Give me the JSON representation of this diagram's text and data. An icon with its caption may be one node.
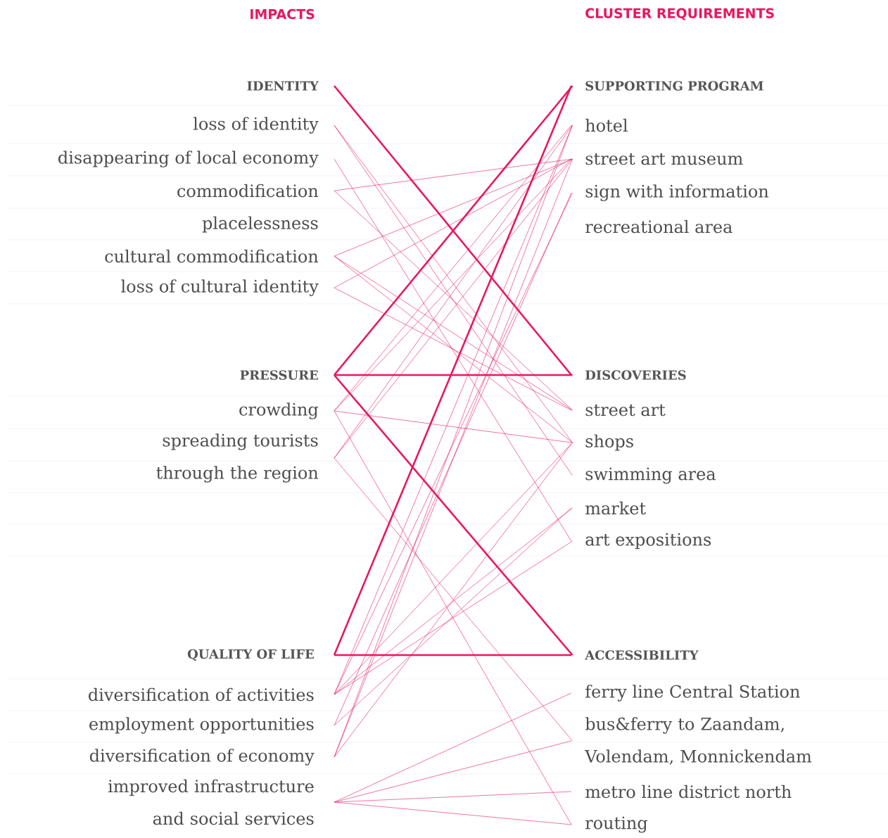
{
  "diagram": {
    "nodes": [
      {
        "text": [
          "IDENTITY"
        ]
      },
      {
        "text": [
          "loss of identity"
        ]
      },
      {
        "text": [
          "disappearing of local economy"
        ]
      },
      {
        "text": [
          "commodification"
        ]
      },
      {
        "text": [
          "placelessness"
        ]
      },
      {
        "text": [
          "cultural commodification"
        ]
      },
      {
        "text": [
          "loss of cultural identity"
        ]
      },
      {
        "text": [
          "PRESSURE"
        ]
      },
      {
        "text": [
          "crowding"
        ]
      },
      {
        "text": [
          "spreading tourists through the region"
        ]
      },
      {
        "text": [
          "QUALITY OF LIFE"
        ]
      },
      {
        "text": [
          "diversification of activities"
        ]
      },
      {
        "text": [
          "employment opportunities"
        ]
      },
      {
        "text": [
          "diversification of economy"
        ]
      },
      {
        "text": [
          "improved infrastructure and social services"
        ]
      },
      {
        "text": [
          "SUPPORTING PROGRAM"
        ]
      },
      {
        "text": [
          "hotel"
        ]
      },
      {
        "text": [
          "street art museum"
        ]
      },
      {
        "text": [
          "sign with information"
        ]
      },
      {
        "text": [
          "recreational area"
        ]
      },
      {
        "text": [
          "DISCOVERIES"
        ]
      },
      {
        "text": [
          "street art"
        ]
      },
      {
        "text": [
          "shops"
        ]
      },
      {
        "text": [
          "swimming area"
        ]
      },
      {
        "text": [
          "market"
        ]
      },
      {
        "text": [
          "art expositions"
        ]
      },
      {
        "text": [
          "ACCESSIBILITY"
        ]
      },
      {
        "text": [
          "ferry line Central Station"
        ]
      },
      {
        "text": [
          "bus&ferry to Zaandam, Volendam, Monnickendam"
        ]
      },
      {
        "text": [
          "metro line district north"
        ]
      },
      {
        "text": [
          "routing"
        ]
      }
    ],
    "edges": [
      {
        "from": 0,
        "to": 20,
        "arrow": "none",
        "style": "thick"
      },
      {
        "from": 7,
        "to": 15,
        "arrow": "none",
        "style": "thick"
      },
      {
        "from": 7,
        "to": 20,
        "arrow": "none",
        "style": "thick"
      },
      {
        "from": 7,
        "to": 26,
        "arrow": "none",
        "style": "thick"
      },
      {
        "from": 10,
        "to": 15,
        "arrow": "none",
        "style": "thick"
      },
      {
        "from": 10,
        "to": 26,
        "arrow": "none",
        "style": "thick"
      },
      {
        "from": 1,
        "to": 22,
        "arrow": "none"
      },
      {
        "from": 1,
        "to": 23,
        "arrow": "none"
      },
      {
        "from": 2,
        "to": 25,
        "arrow": "none"
      },
      {
        "from": 3,
        "to": 17,
        "arrow": "none"
      },
      {
        "from": 3,
        "to": 21,
        "arrow": "none"
      },
      {
        "from": 5,
        "to": 17,
        "arrow": "none"
      },
      {
        "from": 5,
        "to": 21,
        "arrow": "none"
      },
      {
        "from": 5,
        "to": 22,
        "arrow": "none"
      },
      {
        "from": 6,
        "to": 17,
        "arrow": "none"
      },
      {
        "from": 6,
        "to": 21,
        "arrow": "none"
      },
      {
        "from": 8,
        "to": 16,
        "arrow": "none"
      },
      {
        "from": 8,
        "to": 17,
        "arrow": "none"
      },
      {
        "from": 8,
        "to": 22,
        "arrow": "none"
      },
      {
        "from": 8,
        "to": 30,
        "arrow": "none"
      },
      {
        "from": 9,
        "to": 16,
        "arrow": "none"
      },
      {
        "from": 9,
        "to": 17,
        "arrow": "none"
      },
      {
        "from": 9,
        "to": 28,
        "arrow": "none"
      },
      {
        "from": 11,
        "to": 16,
        "arrow": "none"
      },
      {
        "from": 11,
        "to": 18,
        "arrow": "none"
      },
      {
        "from": 11,
        "to": 22,
        "arrow": "none"
      },
      {
        "from": 11,
        "to": 24,
        "arrow": "none"
      },
      {
        "from": 11,
        "to": 25,
        "arrow": "none"
      },
      {
        "from": 12,
        "to": 18,
        "arrow": "none"
      },
      {
        "from": 12,
        "to": 24,
        "arrow": "none"
      },
      {
        "from": 13,
        "to": 16,
        "arrow": "none"
      },
      {
        "from": 13,
        "to": 17,
        "arrow": "none"
      },
      {
        "from": 13,
        "to": 22,
        "arrow": "none"
      },
      {
        "from": 14,
        "to": 27,
        "arrow": "none"
      },
      {
        "from": 14,
        "to": 28,
        "arrow": "none"
      },
      {
        "from": 14,
        "to": 29,
        "arrow": "none"
      },
      {
        "from": 14,
        "to": 30,
        "arrow": "none"
      }
    ],
    "labels": [
      "IMPACTS",
      "CLUSTER REQUIREMENTS"
    ]
  }
}
